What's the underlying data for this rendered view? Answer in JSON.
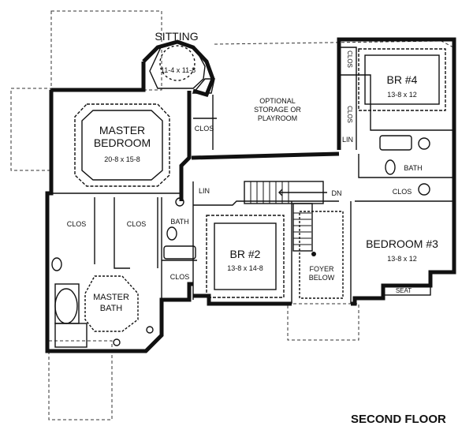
{
  "plan": {
    "title": "SECOND FLOOR",
    "rooms": {
      "sitting": {
        "name": "SITTING",
        "size": "11-4 x 11-8"
      },
      "storage": {
        "line1": "OPTIONAL",
        "line2": "STORAGE OR",
        "line3": "PLAYROOM"
      },
      "master_bedroom": {
        "line1": "MASTER",
        "line2": "BEDROOM",
        "size": "20-8 x 15-8"
      },
      "br4": {
        "name": "BR #4",
        "size": "13-8 x 12"
      },
      "bedroom3": {
        "name": "BEDROOM #3",
        "size": "13-8 x 12"
      },
      "br2": {
        "name": "BR #2",
        "size": "13-8 x 14-8"
      },
      "master_bath": {
        "line1": "MASTER",
        "line2": "BATH"
      },
      "foyer": {
        "line1": "FOYER",
        "line2": "BELOW"
      }
    },
    "labels": {
      "clos": "CLOS",
      "bath": "BATH",
      "lin": "LIN",
      "dn": "DN",
      "seat": "SEAT"
    }
  }
}
